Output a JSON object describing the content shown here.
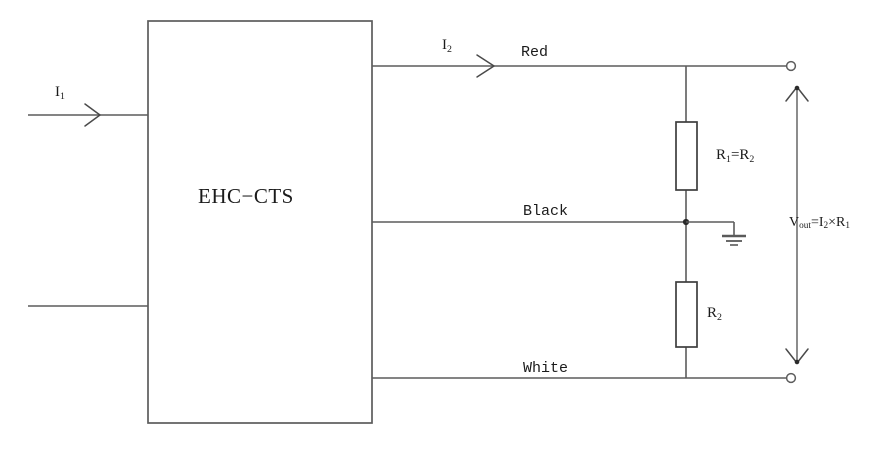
{
  "diagram": {
    "title_block": {
      "label": "EHC−CTS",
      "name": "ehc-cts-block"
    },
    "inputs": {
      "current_label": "I",
      "current_sub": "1",
      "secondary_line_name": "input-return-line"
    },
    "output_current": {
      "label": "I",
      "sub": "2"
    },
    "wires": [
      {
        "name": "red-wire",
        "label": "Red"
      },
      {
        "name": "black-wire",
        "label": "Black"
      },
      {
        "name": "white-wire",
        "label": "White"
      }
    ],
    "resistors": [
      {
        "name": "resistor-r1",
        "label": "R",
        "sub": "1",
        "equals": "=R",
        "sub2": "2"
      },
      {
        "name": "resistor-r2",
        "label": "R",
        "sub": "2"
      }
    ],
    "measurement": {
      "label_prefix": "V",
      "label_sub": "out",
      "label_eq": "=I",
      "label_sub2": "2",
      "label_times": "×R",
      "label_sub3": "1",
      "full": "Vout=I2×R1"
    },
    "ground": {
      "name": "ground-symbol"
    },
    "terminals": [
      {
        "name": "terminal-top-positive"
      },
      {
        "name": "terminal-bottom-negative"
      }
    ],
    "colors": {
      "wire": "#5c5c5c",
      "text": "#1b1b1b",
      "background": "#ffffff",
      "junction": "#2b2b2b"
    }
  }
}
